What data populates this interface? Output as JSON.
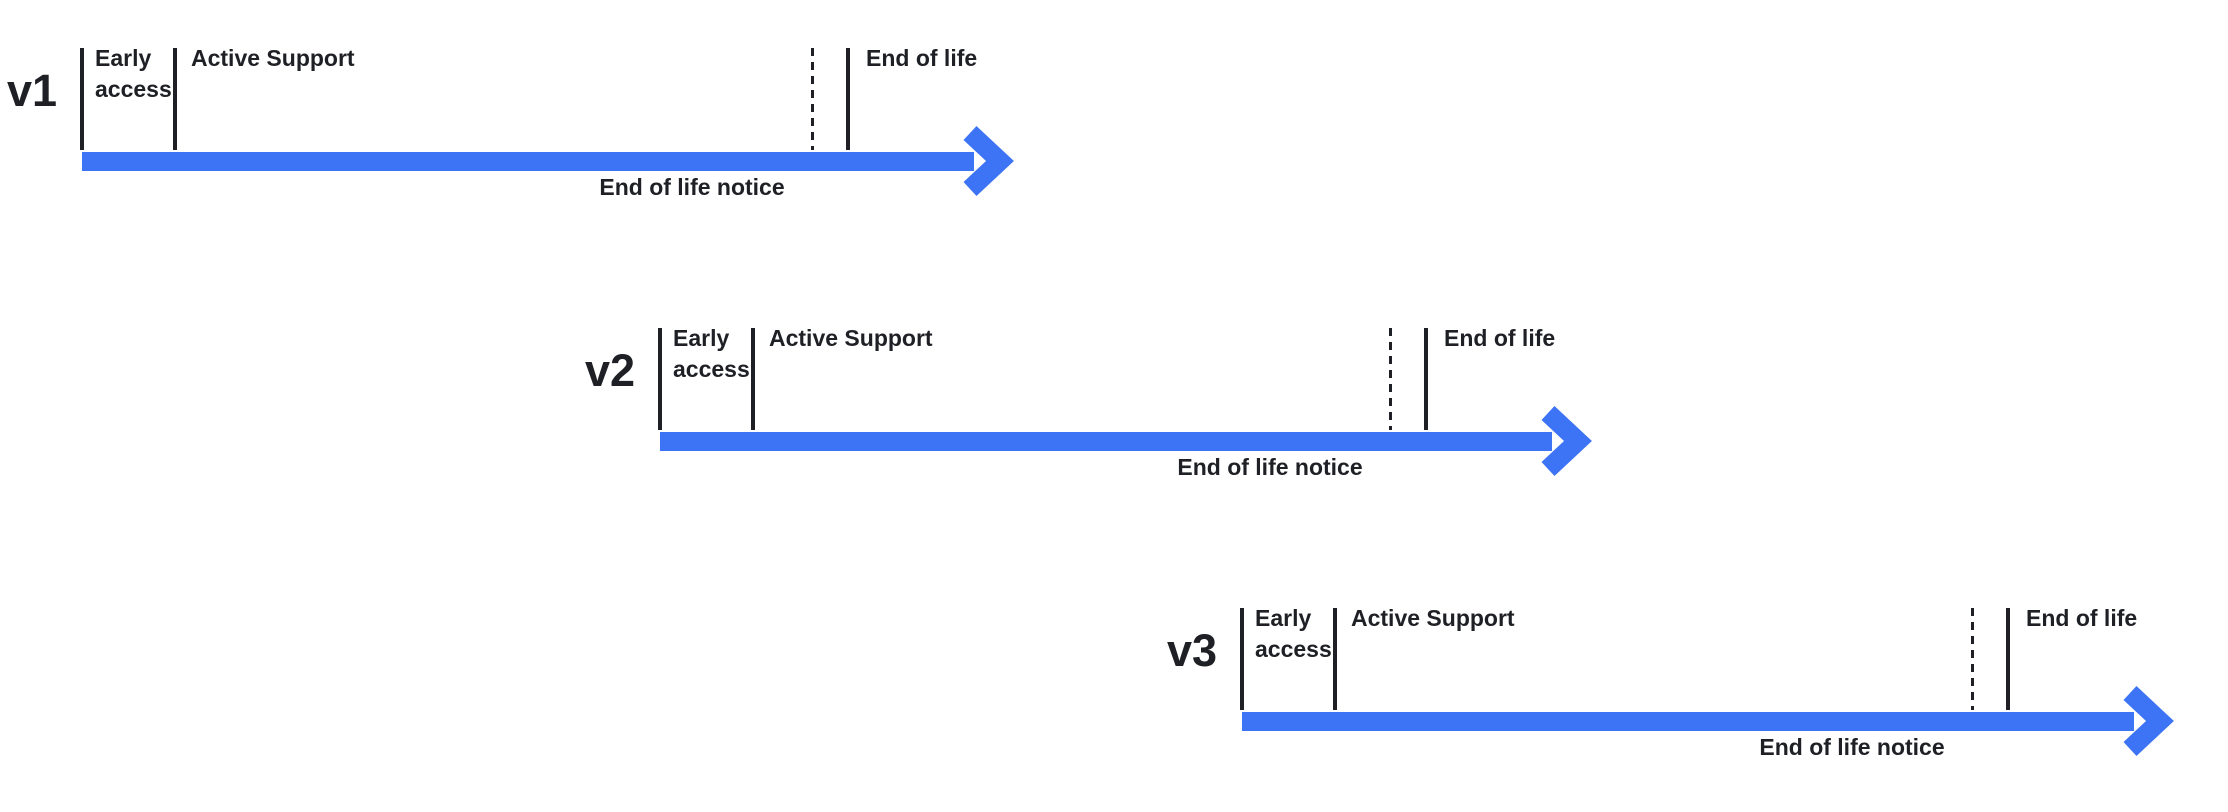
{
  "colors": {
    "arrow_blue": "#3D73F5",
    "ink": "#1E2025",
    "background": "#FFFFFF"
  },
  "diagram": {
    "description_phases": [
      "Early access",
      "Active Support",
      "End of life notice",
      "End of life"
    ],
    "timelines": [
      {
        "version": "v1",
        "early_access": "Early access",
        "active_support": "Active Support",
        "end_of_life": "End of life",
        "end_of_life_notice": "End of life notice"
      },
      {
        "version": "v2",
        "early_access": "Early access",
        "active_support": "Active Support",
        "end_of_life": "End of life",
        "end_of_life_notice": "End of life notice"
      },
      {
        "version": "v3",
        "early_access": "Early access",
        "active_support": "Active Support",
        "end_of_life": "End of life",
        "end_of_life_notice": "End of life notice"
      }
    ]
  }
}
